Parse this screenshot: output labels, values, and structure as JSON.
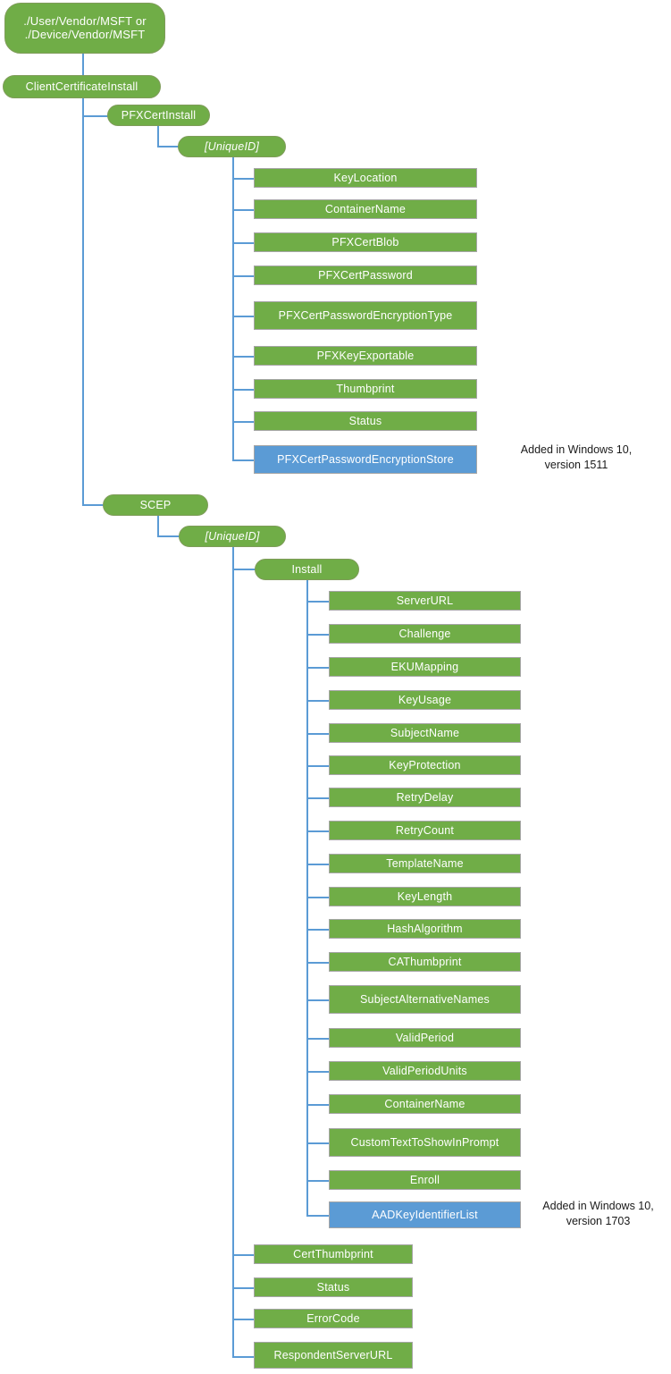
{
  "diagram": {
    "title": "ClientCertificateInstall CSP configuration service provider tree",
    "colors": {
      "node_green": "#70ad47",
      "node_blue": "#5b9bd5",
      "connector_blue": "#5b9bd5",
      "node_border": "#a6a6a6",
      "node_text": "#ffffff",
      "note_text": "#1a1a1a",
      "background": "#ffffff"
    },
    "root": {
      "label": "./User/Vendor/MSFT or\n./Device/Vendor/MSFT"
    },
    "level1": {
      "client_certificate_install": "ClientCertificateInstall"
    },
    "level2": {
      "pfx_cert_install": "PFXCertInstall",
      "scep": "SCEP"
    },
    "unique_id": {
      "pfx_unique_id": "[UniqueID]",
      "scep_unique_id": "[UniqueID]"
    },
    "scep_install": {
      "install": "Install"
    },
    "pfx_leaves": [
      {
        "label": "KeyLocation",
        "color": "green"
      },
      {
        "label": "ContainerName",
        "color": "green"
      },
      {
        "label": "PFXCertBlob",
        "color": "green"
      },
      {
        "label": "PFXCertPassword",
        "color": "green"
      },
      {
        "label": "PFXCertPasswordEncryptionType",
        "color": "green"
      },
      {
        "label": "PFXKeyExportable",
        "color": "green"
      },
      {
        "label": "Thumbprint",
        "color": "green"
      },
      {
        "label": "Status",
        "color": "green"
      },
      {
        "label": "PFXCertPasswordEncryptionStore",
        "color": "blue"
      }
    ],
    "scep_install_leaves": [
      {
        "label": "ServerURL",
        "color": "green"
      },
      {
        "label": "Challenge",
        "color": "green"
      },
      {
        "label": "EKUMapping",
        "color": "green"
      },
      {
        "label": "KeyUsage",
        "color": "green"
      },
      {
        "label": "SubjectName",
        "color": "green"
      },
      {
        "label": "KeyProtection",
        "color": "green"
      },
      {
        "label": "RetryDelay",
        "color": "green"
      },
      {
        "label": "RetryCount",
        "color": "green"
      },
      {
        "label": "TemplateName",
        "color": "green"
      },
      {
        "label": "KeyLength",
        "color": "green"
      },
      {
        "label": "HashAlgorithm",
        "color": "green"
      },
      {
        "label": "CAThumbprint",
        "color": "green"
      },
      {
        "label": "SubjectAlternativeNames",
        "color": "green"
      },
      {
        "label": "ValidPeriod",
        "color": "green"
      },
      {
        "label": "ValidPeriodUnits",
        "color": "green"
      },
      {
        "label": "ContainerName",
        "color": "green"
      },
      {
        "label": "CustomTextToShowInPrompt",
        "color": "green"
      },
      {
        "label": "Enroll",
        "color": "green"
      },
      {
        "label": "AADKeyIdentifierList",
        "color": "blue"
      }
    ],
    "scep_unique_id_leaves": [
      {
        "label": "CertThumbprint",
        "color": "green"
      },
      {
        "label": "Status",
        "color": "green"
      },
      {
        "label": "ErrorCode",
        "color": "green"
      },
      {
        "label": "RespondentServerURL",
        "color": "green"
      }
    ],
    "annotations": {
      "pfx_note": "Added in Windows 10,\nversion 1511",
      "scep_note": "Added in Windows 10,\nversion 1703"
    }
  }
}
